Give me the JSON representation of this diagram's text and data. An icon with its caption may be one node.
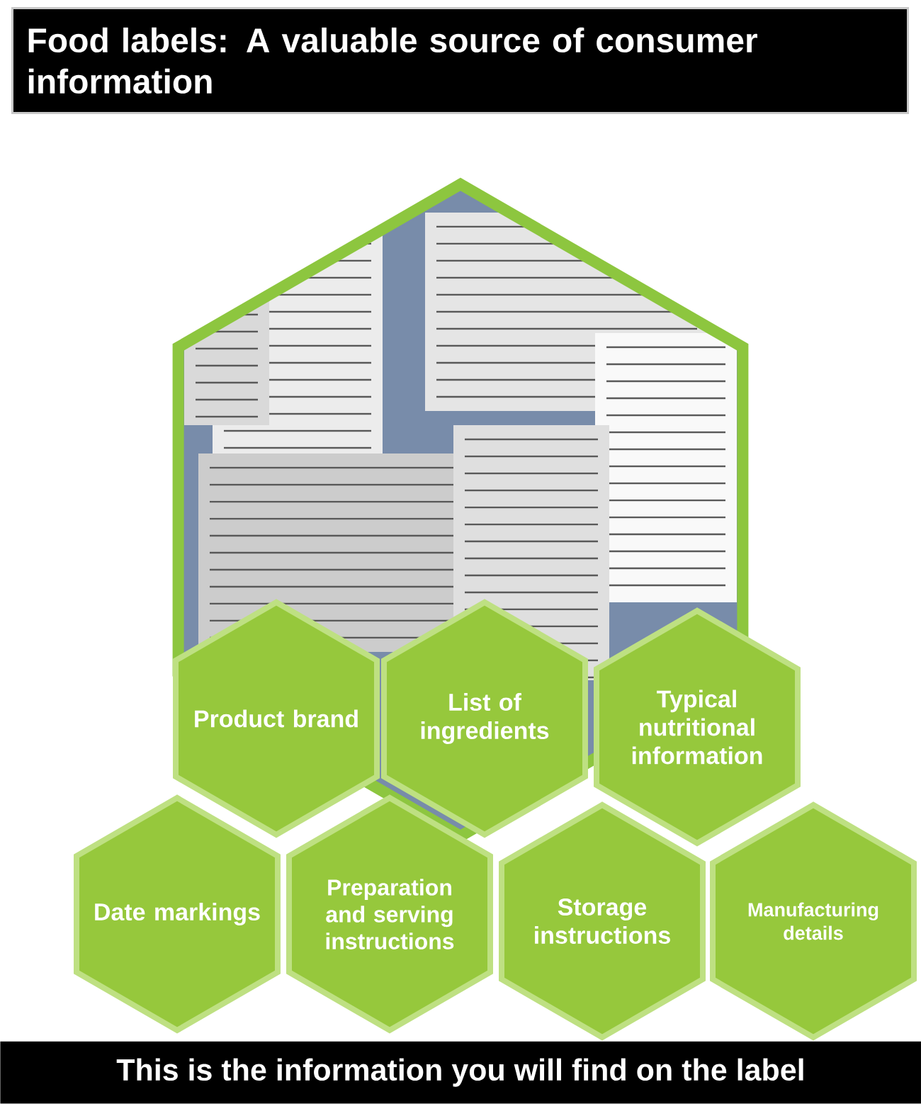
{
  "diagram": {
    "title": "Food labels: A valuable source of consumer information",
    "caption": "This is the information you will find on the label",
    "nodes": [
      {
        "text": [
          "Product brand"
        ]
      },
      {
        "text": [
          "List of ingredients"
        ]
      },
      {
        "text": [
          "Typical nutritional information"
        ]
      },
      {
        "text": [
          "Date markings"
        ]
      },
      {
        "text": [
          "Preparation and serving instructions"
        ]
      },
      {
        "text": [
          "Storage instructions"
        ]
      },
      {
        "text": [
          "Manufacturing details"
        ]
      }
    ]
  }
}
